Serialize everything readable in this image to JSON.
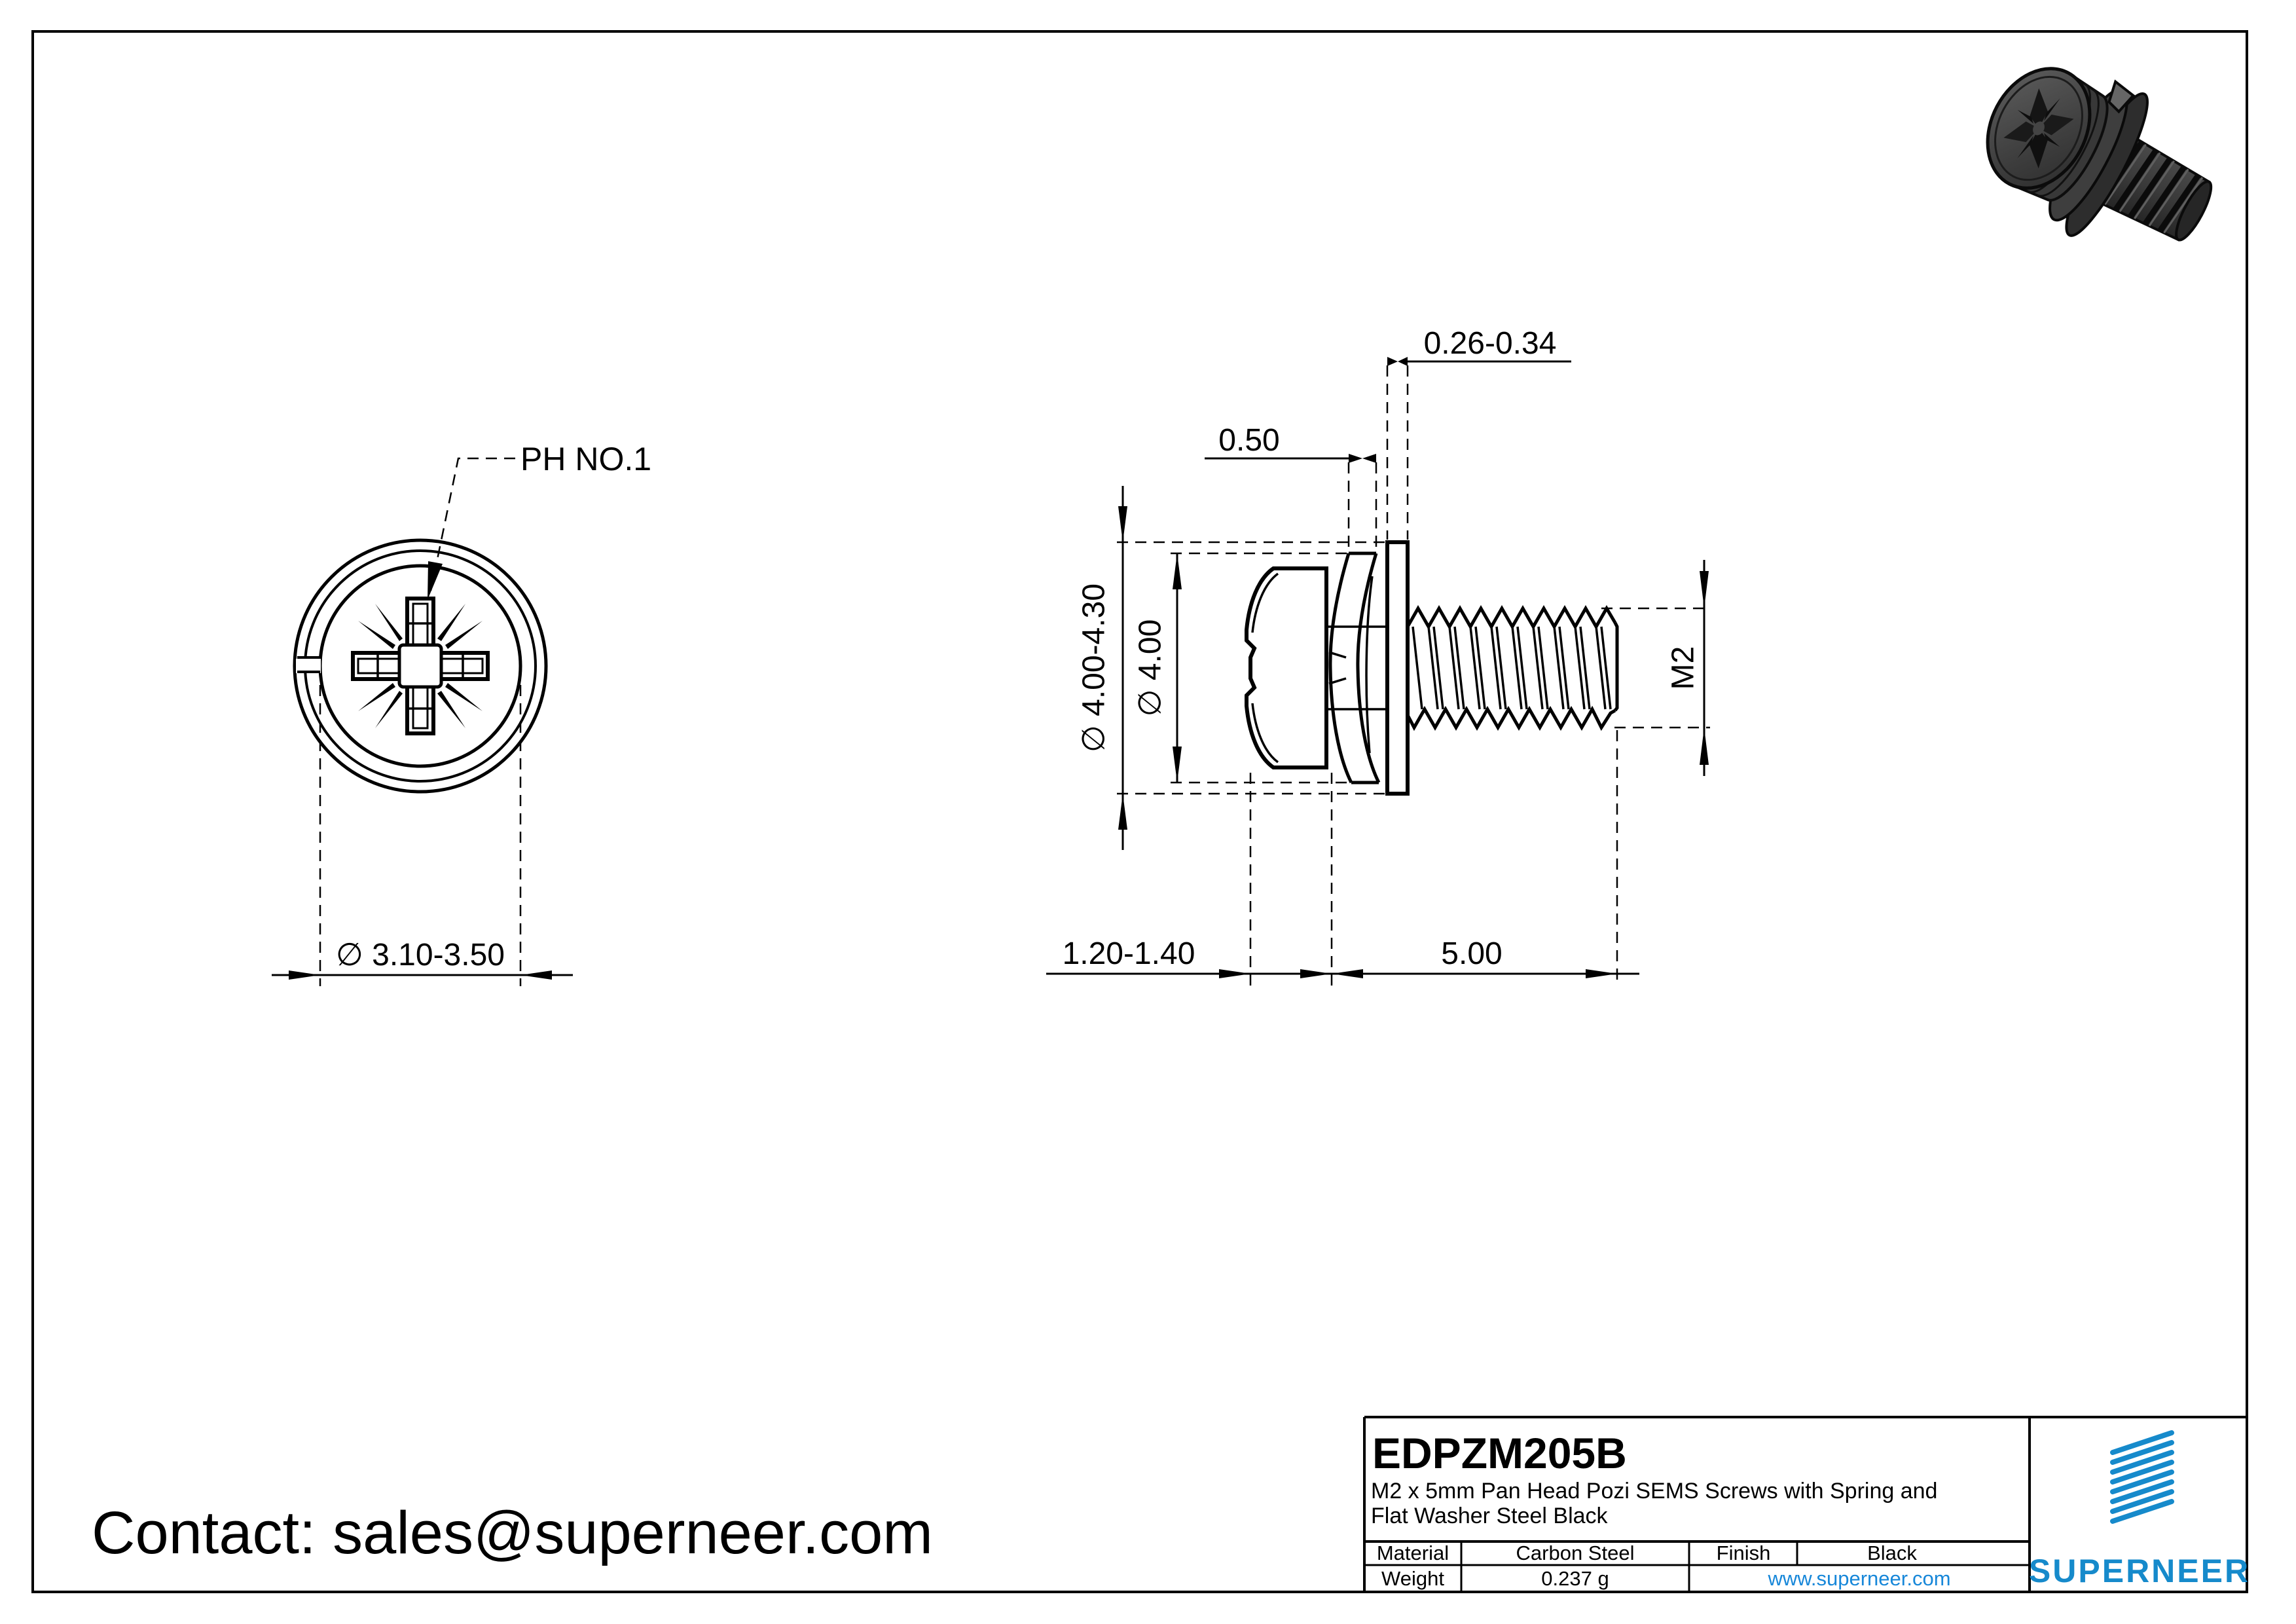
{
  "front_view": {
    "recess_label": "PH NO.1",
    "recess_diameter_dim": "∅ 3.10-3.50"
  },
  "side_view": {
    "flat_washer_thickness_dim": "0.26-0.34",
    "spring_washer_thickness_dim": "0.50",
    "max_diameter_dim": "∅ 4.00-4.30",
    "washer_diameter_dim": "∅ 4.00",
    "thread_size_dim": "M2",
    "head_height_dim": "1.20-1.40",
    "thread_length_dim": "5.00"
  },
  "title_block": {
    "part_number": "EDPZM205B",
    "description_line1": "M2 x 5mm Pan Head Pozi SEMS Screws with Spring and",
    "description_line2": "Flat Washer Steel Black",
    "material_label": "Material",
    "material_value": "Carbon Steel",
    "finish_label": "Finish",
    "finish_value": "Black",
    "weight_label": "Weight",
    "weight_value": "0.237 g",
    "website": "www.superneer.com",
    "brand_name": "SUPERNEER"
  },
  "footer": {
    "contact": "Contact: sales@superneer.com"
  },
  "colors": {
    "brand_blue": "#168acb",
    "link_blue": "#1787d9",
    "line_color": "#000000",
    "render_dark_gray": "#383838"
  }
}
